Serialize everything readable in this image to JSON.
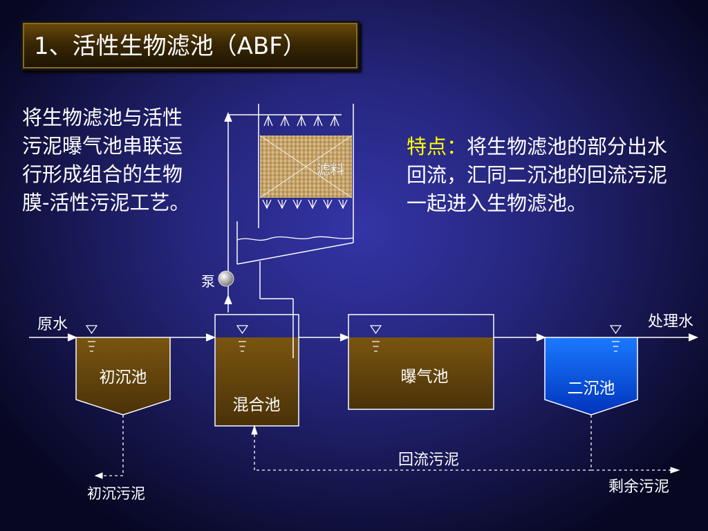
{
  "title": "1、活性生物滤池（ABF）",
  "description": "将生物滤池与活性污泥曝气池串联运行形成组合的生物膜-活性污泥工艺。",
  "features": {
    "label": "特点：",
    "text": "将生物滤池的部分出水回流，汇同二沉池的回流污泥一起进入生物滤池。"
  },
  "diagram": {
    "media_label": "滤料",
    "pump_label": "泵",
    "raw_water_label": "原水",
    "treated_water_label": "处理水",
    "primary_tank_label": "初沉池",
    "mixing_tank_label": "混合池",
    "aeration_tank_label": "曝气池",
    "secondary_tank_label": "二沉池",
    "return_sludge_label": "回流污泥",
    "primary_sludge_label": "初沉污泥",
    "excess_sludge_label": "剩余污泥"
  },
  "colors": {
    "highlight": "#ffff00",
    "title_bar": "#3a2804",
    "brown_tank": "#6b4a0c",
    "blue_tank": "#0a5aff"
  }
}
